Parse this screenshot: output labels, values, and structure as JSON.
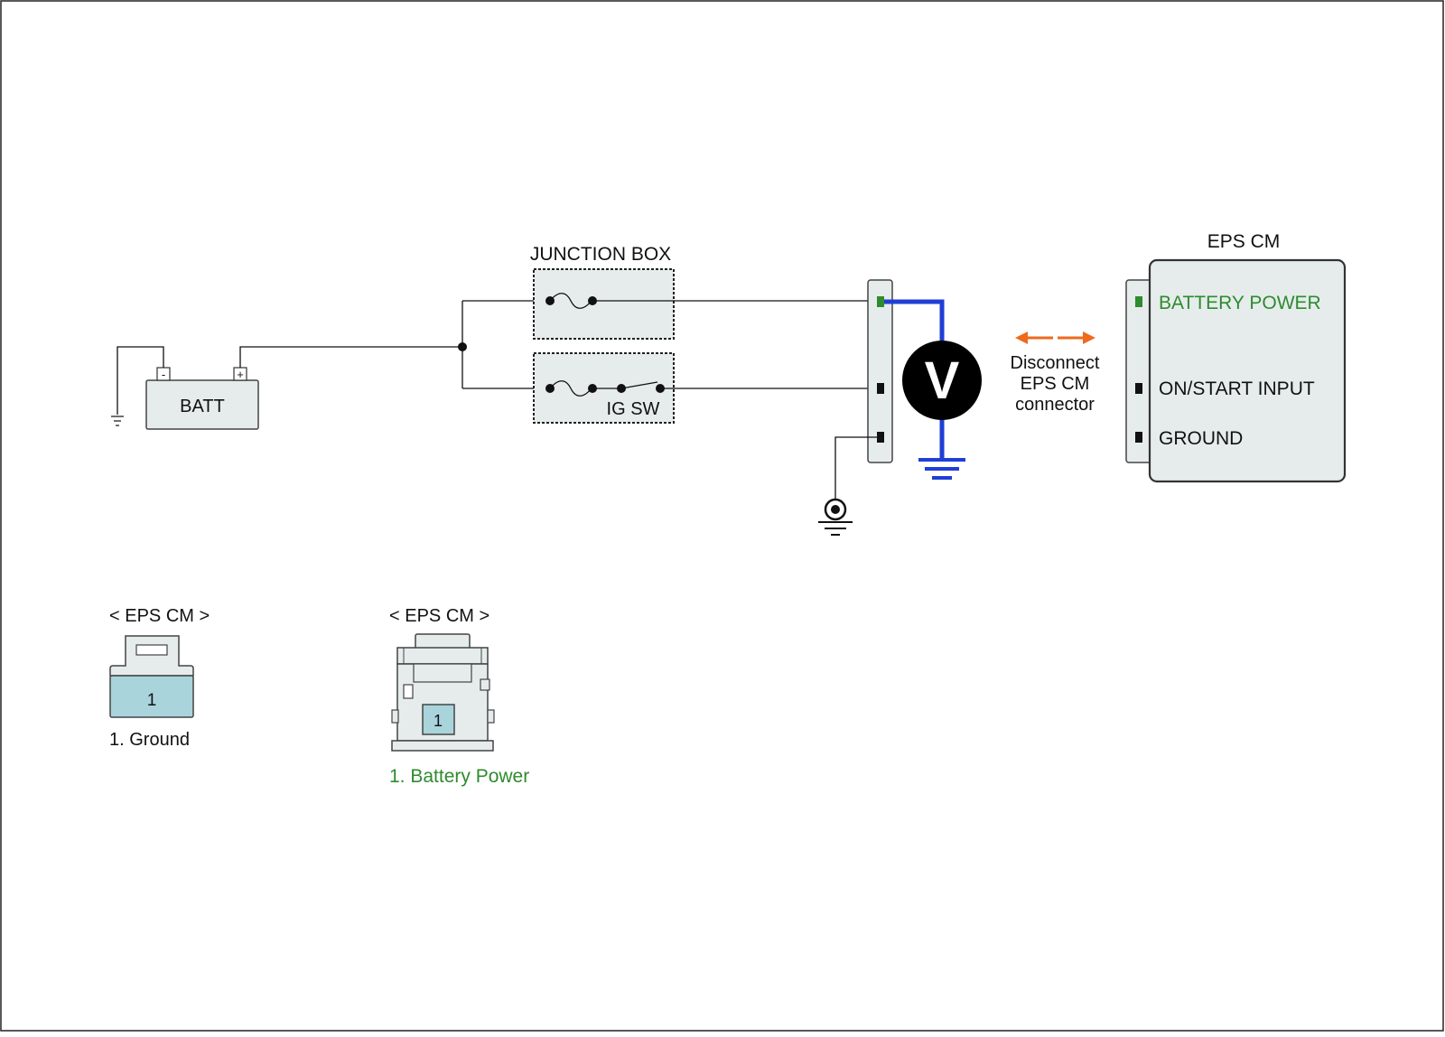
{
  "colors": {
    "measure_wire": "#1f3fd6",
    "active_pin": "#2e8b2e",
    "arrow": "#ee6a1c",
    "pin_fill": "#a9d4dc",
    "box_fill": "#e6ecec"
  },
  "battery": {
    "label": "BATT",
    "neg": "-",
    "pos": "+"
  },
  "junction_box": {
    "label": "JUNCTION BOX",
    "ig_label": "IG SW"
  },
  "voltmeter": {
    "label": "V"
  },
  "disconnect": {
    "line1": "Disconnect",
    "line2": "EPS CM",
    "line3": "connector"
  },
  "module": {
    "title": "EPS CM",
    "pins": [
      "BATTERY POWER",
      "ON/START INPUT",
      "GROUND"
    ]
  },
  "connectors": [
    {
      "title": "< EPS CM >",
      "pin_number": "1",
      "desc": "1. Ground"
    },
    {
      "title": "< EPS CM >",
      "pin_number": "1",
      "desc": "1. Battery Power"
    }
  ]
}
